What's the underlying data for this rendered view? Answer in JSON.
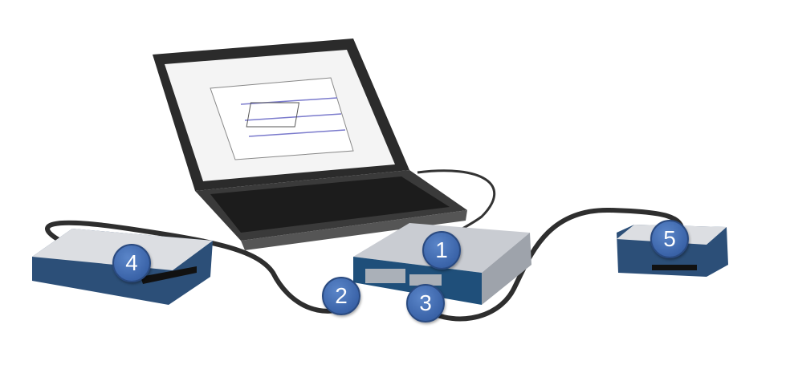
{
  "callouts": [
    {
      "label": "1",
      "part": "device"
    },
    {
      "label": "2",
      "part": "connector-left"
    },
    {
      "label": "3",
      "part": "connector-right"
    },
    {
      "label": "4",
      "part": "module-left"
    },
    {
      "label": "5",
      "part": "module-right"
    }
  ],
  "colors": {
    "callout": "#3a63a8",
    "device_face": "#1f4f7a",
    "module_base": "#2c4f78"
  }
}
